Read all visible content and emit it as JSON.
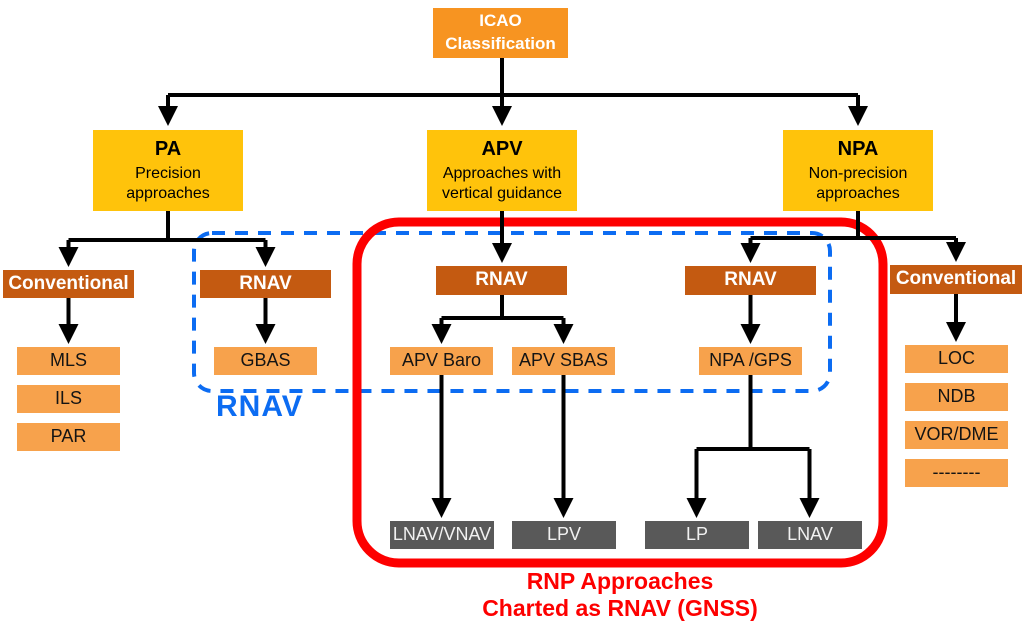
{
  "colors": {
    "root_box": "#F79421",
    "level1_box": "#FFC30B",
    "category_box": "#C45A11",
    "leaf_box": "#F7A24C",
    "minima_box": "#595959",
    "connector": "#000000",
    "rnav_outline": "#0C6CF2",
    "rnp_outline": "#FD0000"
  },
  "root": {
    "line1": "ICAO",
    "line2": "Classification"
  },
  "level1": [
    {
      "code": "PA",
      "desc": "Precision approaches"
    },
    {
      "code": "APV",
      "desc": "Approaches with vertical guidance"
    },
    {
      "code": "NPA",
      "desc": "Non-precision approaches"
    }
  ],
  "categories": {
    "pa_conventional": "Conventional",
    "pa_rnav": "RNAV",
    "apv_rnav": "RNAV",
    "npa_rnav": "RNAV",
    "npa_conventional": "Conventional"
  },
  "leaves": {
    "mls": "MLS",
    "ils": "ILS",
    "par": "PAR",
    "gbas": "GBAS",
    "apv_baro": "APV Baro",
    "apv_sbas": "APV SBAS",
    "npa_gps": "NPA /GPS",
    "loc": "LOC",
    "ndb": "NDB",
    "vor_dme": "VOR/DME",
    "other": "--------"
  },
  "minima": {
    "lnav_vnav": "LNAV/VNAV",
    "lpv": "LPV",
    "lp": "LP",
    "lnav": "LNAV"
  },
  "annotations": {
    "rnav_group_label": "RNAV",
    "rnp_caption_line1": "RNP Approaches",
    "rnp_caption_line2": "Charted as RNAV (GNSS)"
  }
}
